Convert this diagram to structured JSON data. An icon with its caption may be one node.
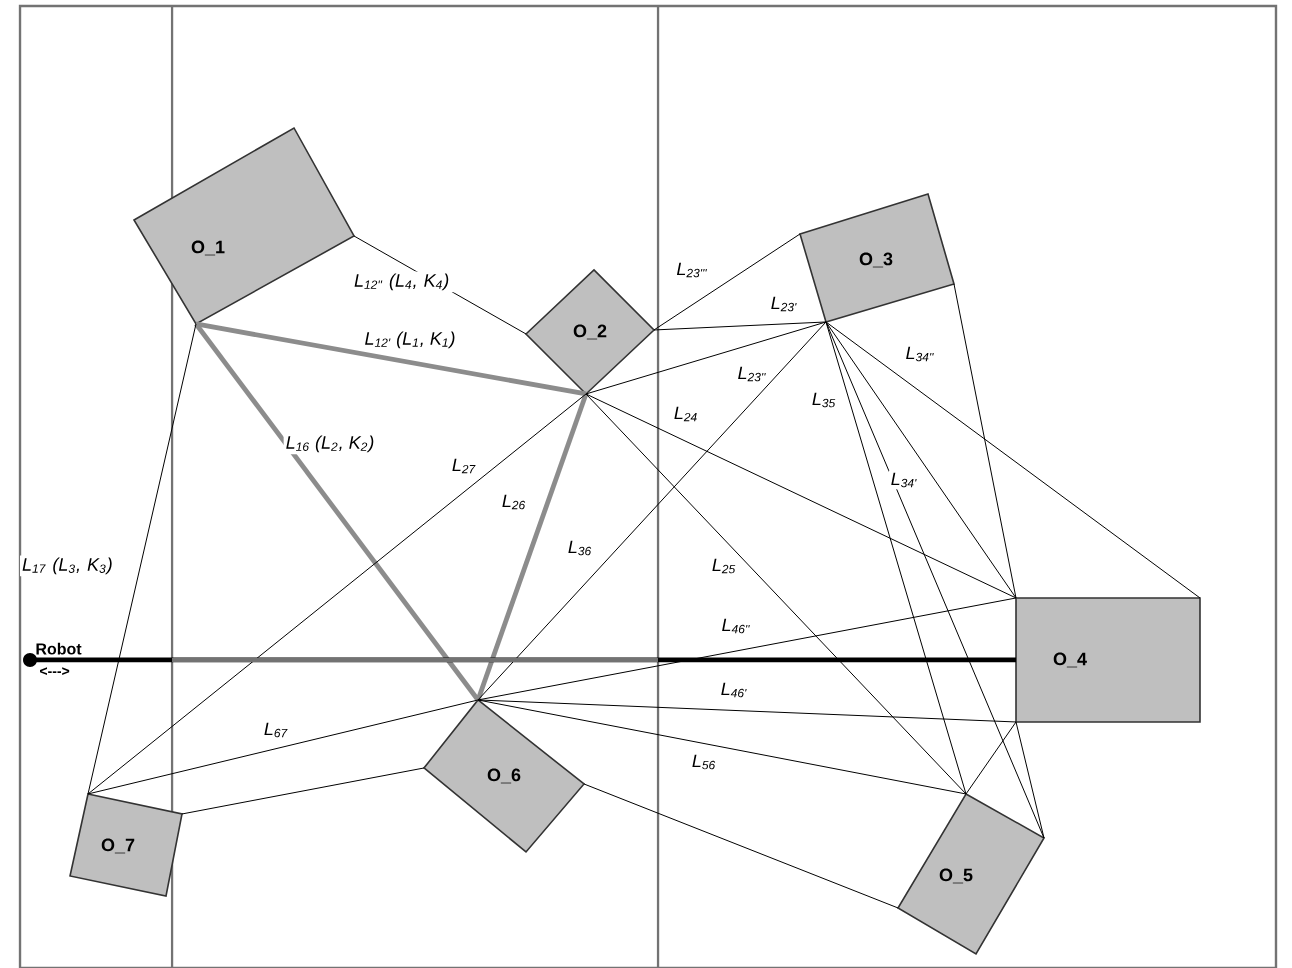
{
  "diagram": {
    "nodes": [
      {
        "text": [
          "O_1"
        ]
      },
      {
        "text": [
          "O_2"
        ]
      },
      {
        "text": [
          "O_3"
        ]
      },
      {
        "text": [
          "O_4"
        ]
      },
      {
        "text": [
          "O_5"
        ]
      },
      {
        "text": [
          "O_6"
        ]
      },
      {
        "text": [
          "O_7"
        ]
      },
      {
        "text": [
          "Robot",
          "<--->"
        ]
      }
    ],
    "edges": [
      {
        "from": 0,
        "to": 1,
        "arrow": "none",
        "label": "L$_{12''}$ (L$_{4}$, K$_{4}$)"
      },
      {
        "from": 0,
        "to": 1,
        "arrow": "none",
        "label": "L$_{12'}$ (L$_{1}$, K$_{1}$)",
        "style": "thick",
        "color": "#8c8c8c"
      },
      {
        "from": 0,
        "to": 5,
        "arrow": "none",
        "label": "L$_{16}$ (L$_{2}$, K$_{2}$)",
        "style": "thick",
        "color": "#8c8c8c"
      },
      {
        "from": 0,
        "to": 6,
        "arrow": "none",
        "label": "L$_{17}$ (L$_{3}$, K$_{3}$)"
      },
      {
        "from": 1,
        "to": 5,
        "arrow": "none",
        "label": "L$_{26}$",
        "style": "thick",
        "color": "#8c8c8c"
      },
      {
        "from": 1,
        "to": 6,
        "arrow": "none",
        "label": "L$_{27}$"
      },
      {
        "from": 1,
        "to": 2,
        "arrow": "none",
        "label": "L$_{23'''}$"
      },
      {
        "from": 1,
        "to": 2,
        "arrow": "none",
        "label": "L$_{23'}$"
      },
      {
        "from": 1,
        "to": 2,
        "arrow": "none",
        "label": "L$_{23''}$"
      },
      {
        "from": 1,
        "to": 3,
        "arrow": "none",
        "label": "L$_{24}$"
      },
      {
        "from": 1,
        "to": 4,
        "arrow": "none",
        "label": "L$_{25}$"
      },
      {
        "from": 2,
        "to": 5,
        "arrow": "none",
        "label": "L$_{36}$"
      },
      {
        "from": 2,
        "to": 4,
        "arrow": "none",
        "label": "L$_{35}$"
      },
      {
        "from": 2,
        "to": 3,
        "arrow": "none",
        "label": "L$_{34'}$"
      },
      {
        "from": 2,
        "to": 3,
        "arrow": "none",
        "label": "L$_{34''}$"
      },
      {
        "from": 2,
        "to": 3,
        "arrow": "none"
      },
      {
        "from": 2,
        "to": 4,
        "arrow": "none"
      },
      {
        "from": 5,
        "to": 3,
        "arrow": "none",
        "label": "L$_{46''}$"
      },
      {
        "from": 5,
        "to": 3,
        "arrow": "none",
        "label": "L$_{46'}$"
      },
      {
        "from": 5,
        "to": 4,
        "arrow": "none",
        "label": "L$_{56}$"
      },
      {
        "from": 5,
        "to": 4,
        "arrow": "none"
      },
      {
        "from": 6,
        "to": 5,
        "arrow": "none",
        "label": "L$_{67}$"
      },
      {
        "from": 6,
        "to": 5,
        "arrow": "none"
      },
      {
        "from": 3,
        "to": 4,
        "arrow": "none"
      },
      {
        "from": 3,
        "to": 4,
        "arrow": "none"
      },
      {
        "from": 7,
        "to": 3,
        "arrow": "none",
        "style": "thick"
      }
    ]
  }
}
